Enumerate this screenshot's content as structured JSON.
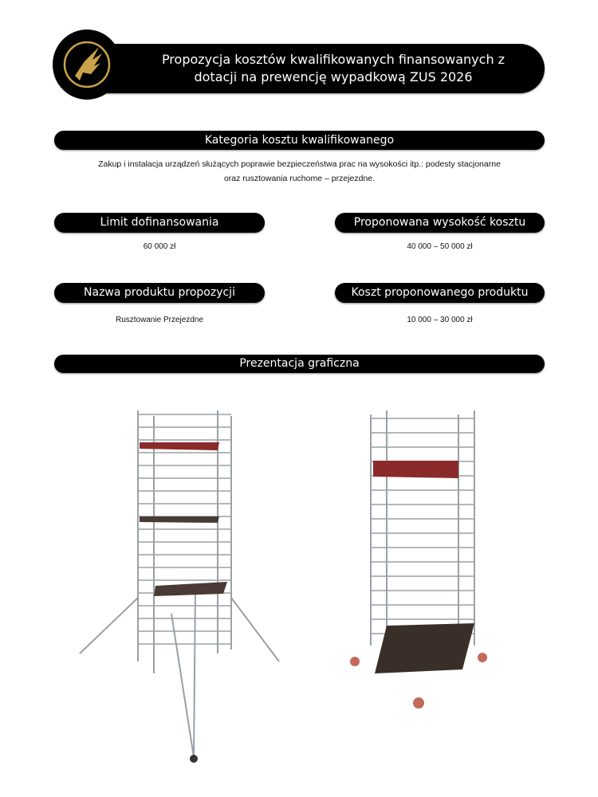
{
  "header": {
    "title_line1": "Propozycja kosztów kwalifikowanych finansowanych z",
    "title_line2": "dotacji na prewencję wypadkową ZUS 2026",
    "logo_icon": "gold-eagle-logo"
  },
  "category": {
    "label": "Kategoria kosztu kwalifikowanego",
    "description_line1": "Zakup i instalacja urządzeń służących poprawie bezpieczeństwa prac na wysokości itp.: podesty stacjonarne",
    "description_line2": "oraz rusztowania ruchome – przejezdne."
  },
  "limit": {
    "label": "Limit dofinansowania",
    "value": "60 000 zł"
  },
  "proposed_cost": {
    "label": "Proponowana wysokość kosztu",
    "value": "40 000 – 50 000 zł"
  },
  "product_name": {
    "label": "Nazwa produktu propozycji",
    "value": "Rusztowanie Przejezdne"
  },
  "product_cost": {
    "label": "Koszt proponowanego produktu",
    "value": "10 000 – 30 000 zł"
  },
  "presentation": {
    "label": "Prezentacja graficzna"
  },
  "colors": {
    "gold": "#c9a24a",
    "platform_red": "#8b2a2a",
    "frame": "#9aa0a6"
  }
}
